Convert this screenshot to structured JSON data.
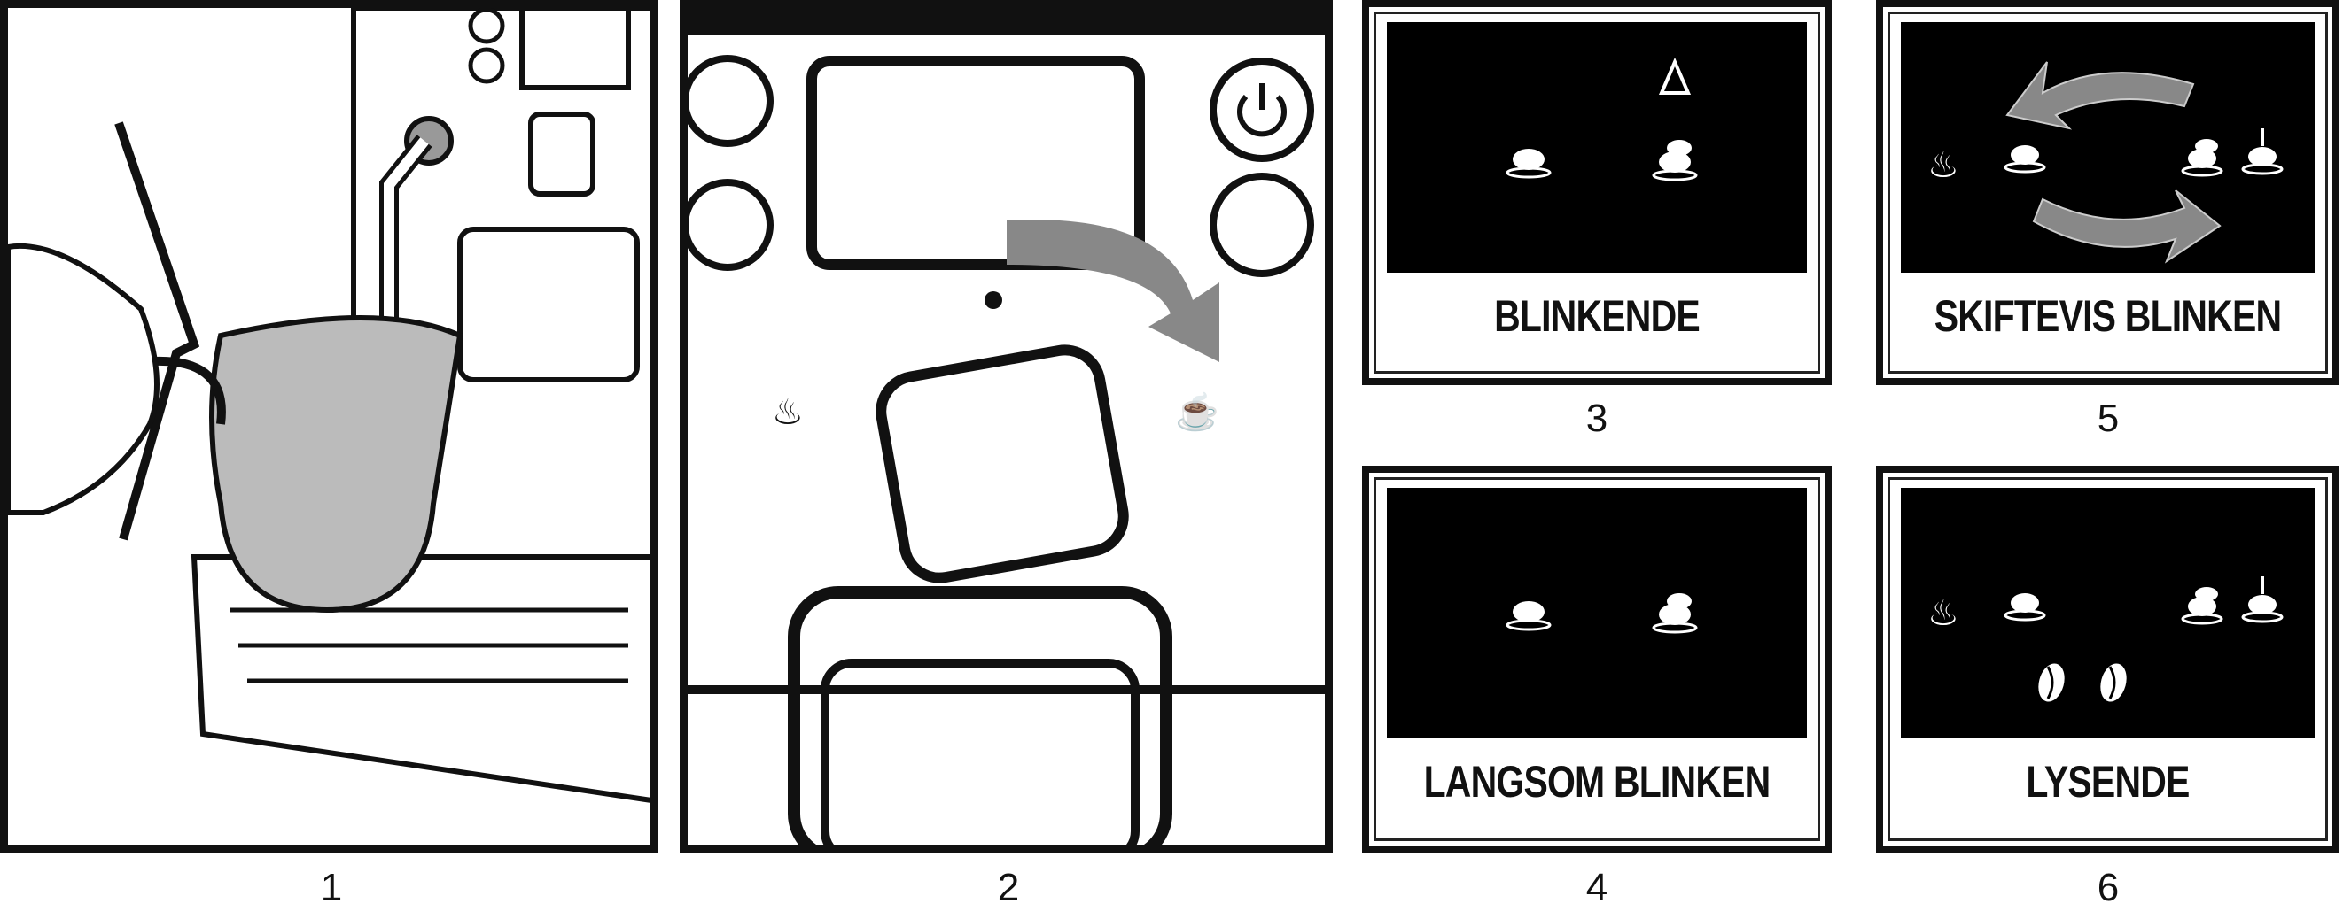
{
  "panels": [
    {
      "number": "1"
    },
    {
      "number": "2"
    },
    {
      "number": "3",
      "caption": "BLINKENDE"
    },
    {
      "number": "4",
      "caption": "LANGSOM BLINKEN"
    },
    {
      "number": "5",
      "caption": "SKIFTEVIS BLINKEN"
    },
    {
      "number": "6",
      "caption": "LYSENDE"
    }
  ],
  "colors": {
    "screen": "#000000",
    "arrow": "#8a8a8a",
    "ink": "#111111"
  }
}
